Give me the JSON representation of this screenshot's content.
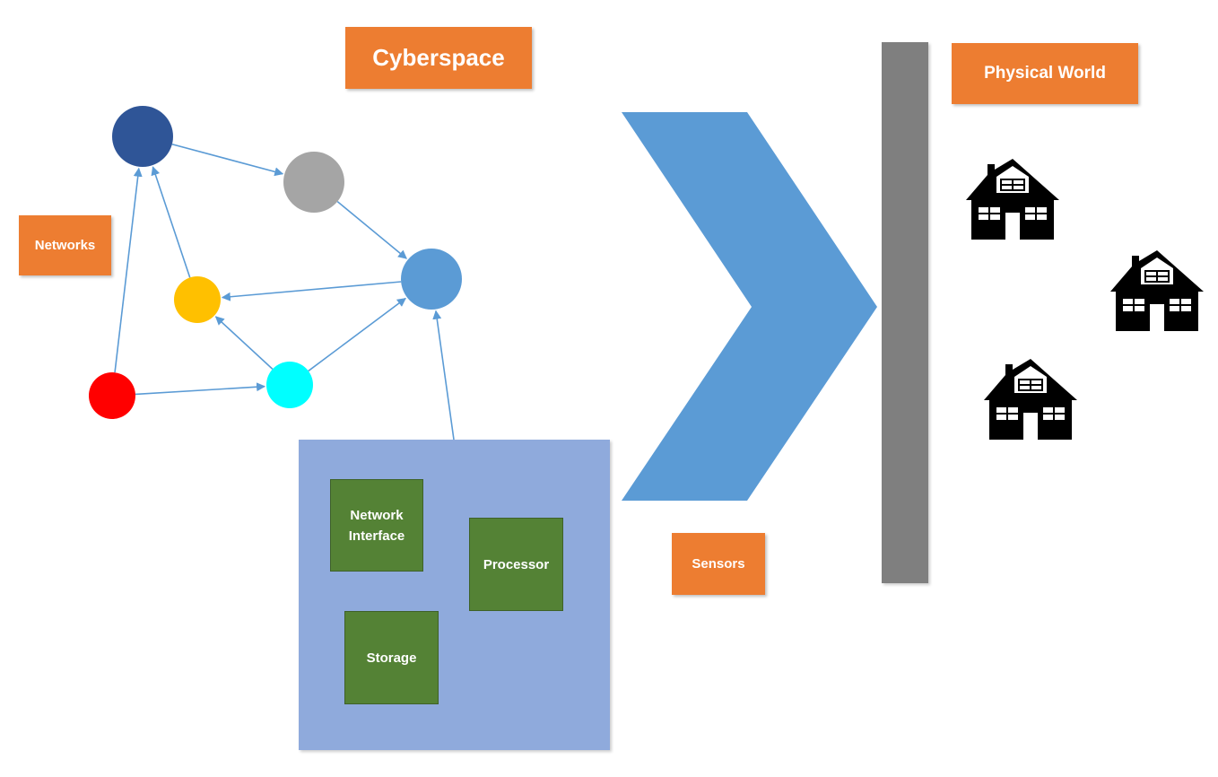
{
  "labels": {
    "cyberspace": "Cyberspace",
    "physical_world": "Physical World",
    "networks": "Networks",
    "sensors": "Sensors"
  },
  "device": {
    "network_interface": "Network\nInterface",
    "processor": "Processor",
    "storage": "Storage"
  },
  "network": {
    "nodes": [
      {
        "id": "navy",
        "color": "#2f5597"
      },
      {
        "id": "gray",
        "color": "#a5a5a5"
      },
      {
        "id": "blue",
        "color": "#5b9bd5"
      },
      {
        "id": "yellow",
        "color": "#ffc000"
      },
      {
        "id": "red",
        "color": "#ff0000"
      },
      {
        "id": "cyan",
        "color": "#00ffff"
      }
    ],
    "edges": [
      {
        "from": "navy",
        "to": "gray"
      },
      {
        "from": "gray",
        "to": "blue"
      },
      {
        "from": "blue",
        "to": "yellow"
      },
      {
        "from": "yellow",
        "to": "navy"
      },
      {
        "from": "red",
        "to": "navy"
      },
      {
        "from": "red",
        "to": "cyan"
      },
      {
        "from": "cyan",
        "to": "yellow"
      },
      {
        "from": "cyan",
        "to": "blue"
      },
      {
        "from": "device",
        "to": "blue"
      }
    ],
    "edge_color": "#5b9bd5"
  },
  "colors": {
    "label_bg": "#ed7d31",
    "chevron": "#5b9bd5",
    "device_bg": "#8faadc",
    "chip_bg": "#548235",
    "wall": "#7f7f7f",
    "house": "#000000"
  },
  "houses": [
    "house-icon",
    "house-icon",
    "house-icon"
  ]
}
